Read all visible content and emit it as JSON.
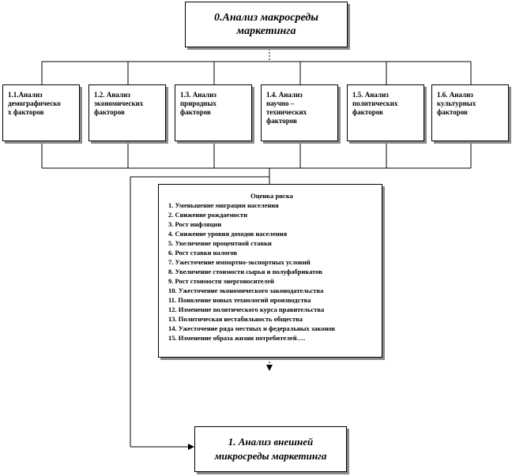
{
  "diagram": {
    "top_box": {
      "line1": "0.Анализ макросреды",
      "line2": "маркетинга"
    },
    "child_boxes": [
      {
        "lines": [
          "1.1.Анализ",
          "демографическо",
          "х факторов"
        ]
      },
      {
        "lines": [
          "1.2. Анализ",
          "экономических",
          "факторов"
        ]
      },
      {
        "lines": [
          "1.3. Анализ",
          "природных",
          "факторов"
        ]
      },
      {
        "lines": [
          "1.4. Анализ",
          "научно –",
          "технических",
          "факторов"
        ]
      },
      {
        "lines": [
          "1.5. Анализ",
          "политических",
          "факторов"
        ]
      },
      {
        "lines": [
          "1.6. Анализ",
          "культурных",
          "факторов"
        ]
      }
    ],
    "risk_box": {
      "title": "Оценка риска",
      "items": [
        "1.  Уменьшение миграции населения",
        "2.  Снижение рождаемости",
        "3.  Рост инфляции",
        "4.  Снижение уровня доходов населения",
        "5.  Увеличение процентной ставки",
        "6.  Рост ставки налогов",
        "7.  Ужесточение импортно-экспортных условий",
        "8.  Увеличение стоимости сырья и полуфабрикатов",
        "9.  Рост стоимости энергоносителей",
        "10. Ужесточение экономического законодательства",
        "11. Появление новых технологий производства",
        "12. Изменение политического курса правительства",
        "13. Политическая нестабильность общества",
        "14. Ужесточение ряда местных и федеральных законов",
        "15. Изменение образа жизни потребителей…."
      ]
    },
    "bottom_box": {
      "line1": "1. Анализ внешней",
      "line2": "микросреды маркетинга"
    }
  }
}
